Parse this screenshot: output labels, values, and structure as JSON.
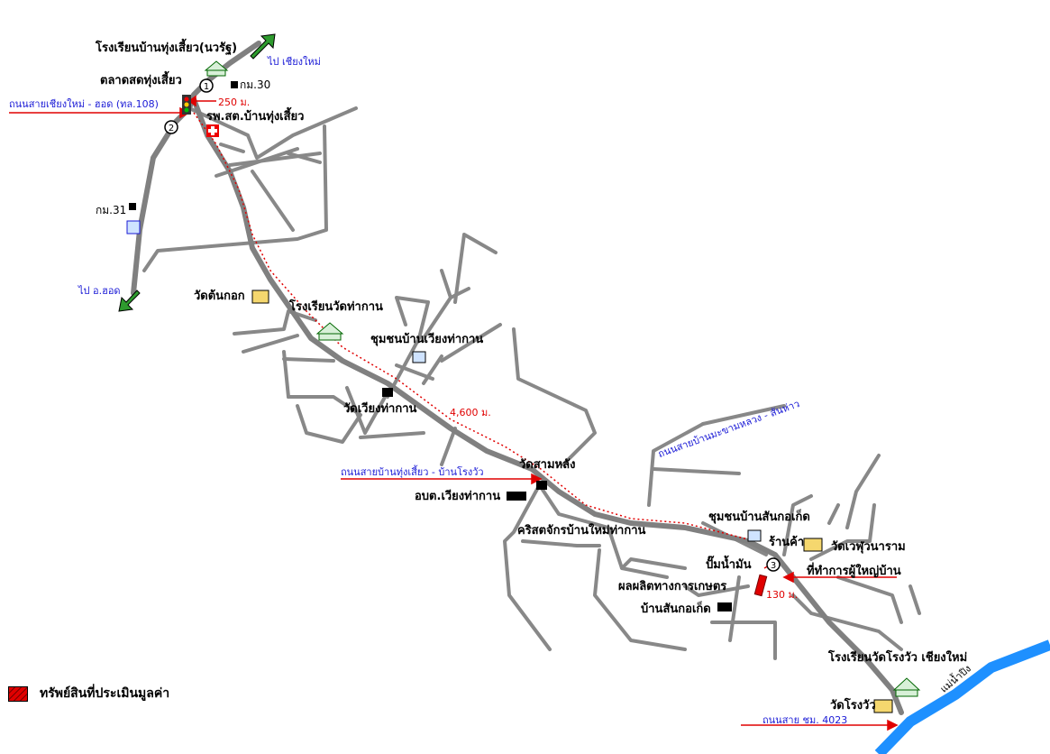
{
  "labels": {
    "school_tung_siao": "โรงเรียนบ้านทุ่งเสี้ยว(นวรัฐ)",
    "market": "ตลาดสดทุ่งเสี้ยว",
    "to_chiangmai": "ไป เชียงใหม่",
    "km30": "กม.30",
    "road108": "ถนนสายเชียงใหม่ - ฮอด (ทล.108)",
    "dist250": "250 ม.",
    "hospital": "รพ.สต.บ้านทุ่งเสี้ยว",
    "km31": "กม.31",
    "to_hot": "ไป อ.ฮอด",
    "wat_ton_kok": "วัดต้นกอก",
    "school_wat_tha_kan": "โรงเรียนวัดท่ากาน",
    "community_wiang": "ชุมชนบ้านเวียงท่ากาน",
    "wat_wiang": "วัดเวียงท่ากาน",
    "dist4600": "4,600 ม.",
    "road_makham": "ถนนสายบ้านมะขามหลวง - สันห่าว",
    "road_tung_rongwua": "ถนนสายบ้านทุ่งเสี้ยว - บ้านโรงวัว",
    "wat_sam_lang": "วัดสามหลัง",
    "sao": "อบต.เวียงท่ากาน",
    "church": "คริสตจักรบ้านใหม่ท่ากาน",
    "community_san": "ชุมชนบ้านสันกอเก็ด",
    "shop": "ร้านค้า",
    "wat_wedu": "วัดเวฬุวนาราม",
    "gas": "ปั๊มน้ำมัน",
    "headman": "ที่ทำการผู้ใหญ่บ้าน",
    "agri_line1": "ผลผลิตทางการเกษตร",
    "agri_line2": "บ้านสันกอเก็ด",
    "dist130": "130 ม.",
    "school_rongwua": "โรงเรียนวัดโรงวัว เชียงใหม่",
    "wat_rongwua": "วัดโรงวัว",
    "road4023": "ถนนสาย ชม. 4023",
    "river": "แม่น้ำปิง",
    "legend": "ทรัพย์สินที่ประเมินมูลค่า"
  },
  "markers": {
    "one": "1",
    "two": "2",
    "three": "3"
  },
  "colors": {
    "road": "#808080",
    "river": "#1e90ff",
    "route": "#e00000",
    "blue_text": "#1a1ad6"
  }
}
